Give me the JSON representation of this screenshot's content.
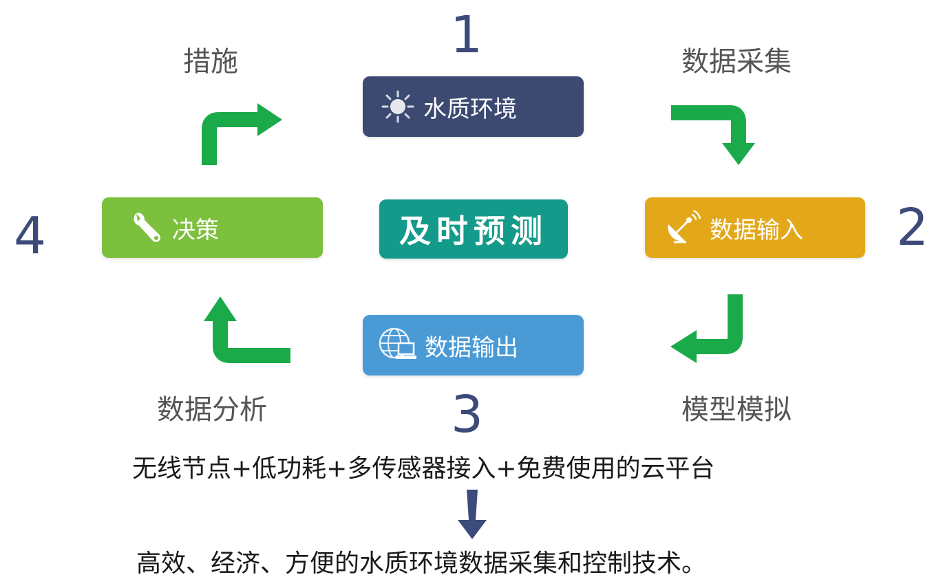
{
  "numbers": {
    "n1": "1",
    "n2": "2",
    "n3": "3",
    "n4": "4"
  },
  "labels": {
    "measures": "措施",
    "data_collection": "数据采集",
    "model_simulation": "模型模拟",
    "data_analysis": "数据分析"
  },
  "boxes": {
    "water_env": "水质环境",
    "data_input": "数据输入",
    "data_output": "数据输出",
    "decision": "决策",
    "center": "及时预测"
  },
  "icons": {
    "water_env": "sun-icon",
    "data_input": "satellite-dish-icon",
    "data_output": "globe-computer-icon",
    "decision": "wrench-icon"
  },
  "colors": {
    "water_env": "#3c4a72",
    "data_input": "#e3a81a",
    "data_output": "#4a9ad6",
    "decision": "#7cc03e",
    "center": "#139a8a",
    "cycle_arrow": "#1aaa4a",
    "down_arrow": "#3d4b7a",
    "number": "#3d4b7a"
  },
  "bottom": {
    "line1": "无线节点+低功耗+多传感器接入+免费使用的云平台",
    "line2": "高效、经济、方便的水质环境数据采集和控制技术。"
  }
}
